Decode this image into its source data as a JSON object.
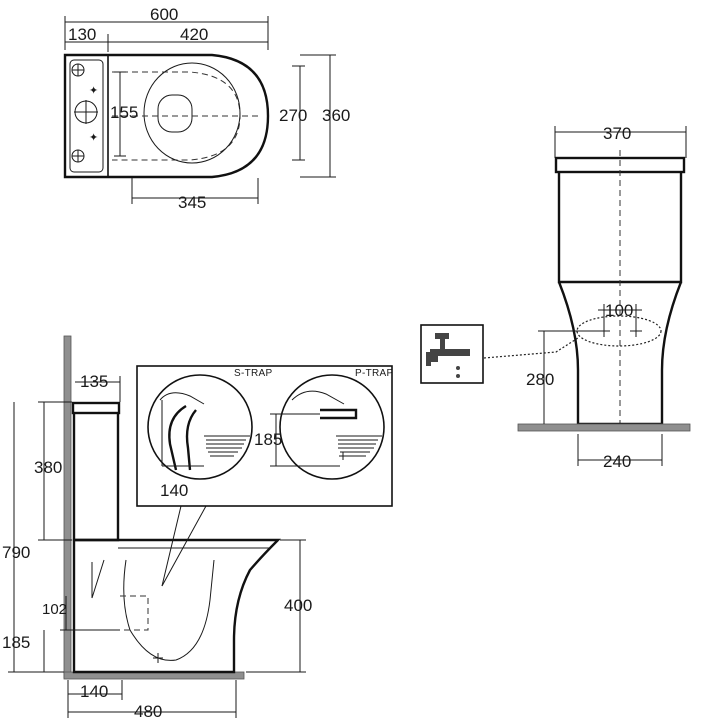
{
  "top_view": {
    "overall_width": "600",
    "tank_depth": "130",
    "bowl_length": "420",
    "seat_inner": "270",
    "overall_depth": "360",
    "fixing_spacing": "155",
    "bowl_base": "345"
  },
  "front_view": {
    "tank_width": "370",
    "inlet_spacing": "100",
    "inlet_height": "280",
    "base_width": "240"
  },
  "side_view": {
    "tank_offset": "135",
    "tank_height": "380",
    "total_height": "790",
    "bowl_height": "400",
    "outlet_height_p": "102",
    "outlet_height_s": "185",
    "wall_to_outlet": "140",
    "projection": "480"
  },
  "trap_detail": {
    "s_trap_label": "S-TRAP",
    "p_trap_label": "P-TRAP",
    "s_trap_dim": "140",
    "p_trap_dim": "185"
  },
  "icons": {
    "tap": "water-tap-icon"
  }
}
